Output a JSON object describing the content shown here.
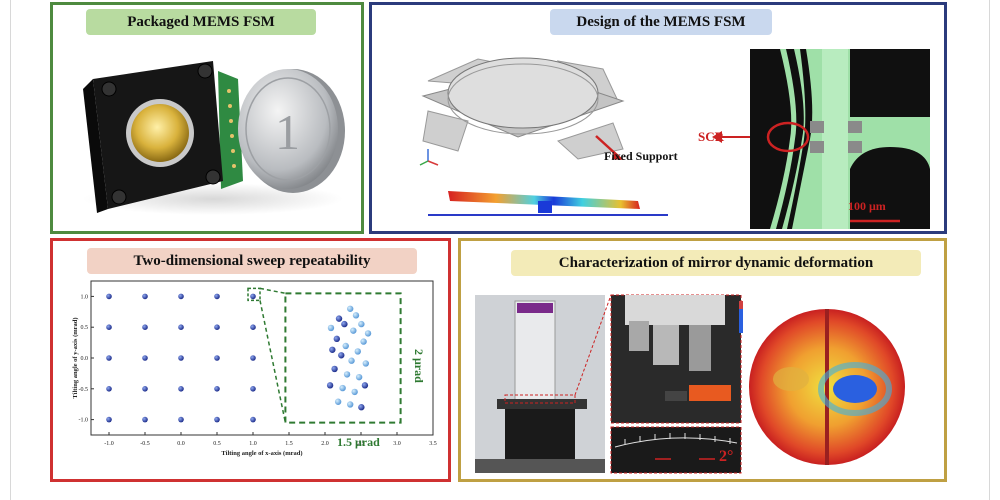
{
  "panels": {
    "packaged": {
      "title": "Packaged MEMS FSM",
      "coin_digit": "1"
    },
    "design": {
      "title": "Design of the MEMS FSM",
      "fixed_support": "Fixed Support",
      "scr": "SCR",
      "scale_bar": "100 μm"
    },
    "sweep": {
      "title": "Two-dimensional sweep repeatability",
      "zoom_height": "2 μrad",
      "zoom_width": "1.5 μrad"
    },
    "dynamic": {
      "title": "Characterization of mirror dynamic deformation",
      "angle_label": "2°"
    }
  },
  "colors": {
    "green_frame": "#4e8a3f",
    "navy_frame": "#2b3b7c",
    "red_frame": "#cf3131",
    "gold_frame": "#bfa043",
    "dashed_green": "#2f7a32"
  },
  "chart_data": {
    "type": "scatter",
    "xlabel": "Tilting angle of x-axis (mrad)",
    "ylabel": "Tilting angle of y-axis (mrad)",
    "xlim": [
      -1.25,
      3.5
    ],
    "ylim": [
      -1.25,
      1.25
    ],
    "x_ticks": [
      "-1.0",
      "-0.5",
      "0.0",
      "0.5",
      "1.0",
      "1.5",
      "2.0",
      "2.5",
      "3.0",
      "3.5"
    ],
    "y_ticks": [
      "1.0",
      "0.5",
      "0.0",
      "-0.5",
      "-1.0"
    ],
    "grid_points": {
      "x": [
        -1.0,
        -0.5,
        0.0,
        0.5,
        1.0
      ],
      "y": [
        1.0,
        0.5,
        0.0,
        -0.5,
        -1.0
      ]
    },
    "zoom_points": [
      [
        0.3,
        0.72
      ],
      [
        0.55,
        0.9
      ],
      [
        0.8,
        0.62
      ],
      [
        0.25,
        0.35
      ],
      [
        0.62,
        0.5
      ],
      [
        0.85,
        0.3
      ],
      [
        0.15,
        0.15
      ],
      [
        0.45,
        0.22
      ],
      [
        0.72,
        0.12
      ],
      [
        0.35,
        0.05
      ],
      [
        0.58,
        -0.05
      ],
      [
        0.9,
        -0.1
      ],
      [
        0.2,
        -0.2
      ],
      [
        0.48,
        -0.3
      ],
      [
        0.75,
        -0.35
      ],
      [
        0.1,
        -0.5
      ],
      [
        0.38,
        -0.55
      ],
      [
        0.65,
        -0.62
      ],
      [
        0.88,
        -0.5
      ],
      [
        0.28,
        -0.8
      ],
      [
        0.55,
        -0.85
      ],
      [
        0.8,
        -0.9
      ],
      [
        0.12,
        0.55
      ],
      [
        0.68,
        0.78
      ],
      [
        0.42,
        0.62
      ],
      [
        0.95,
        0.45
      ]
    ]
  }
}
